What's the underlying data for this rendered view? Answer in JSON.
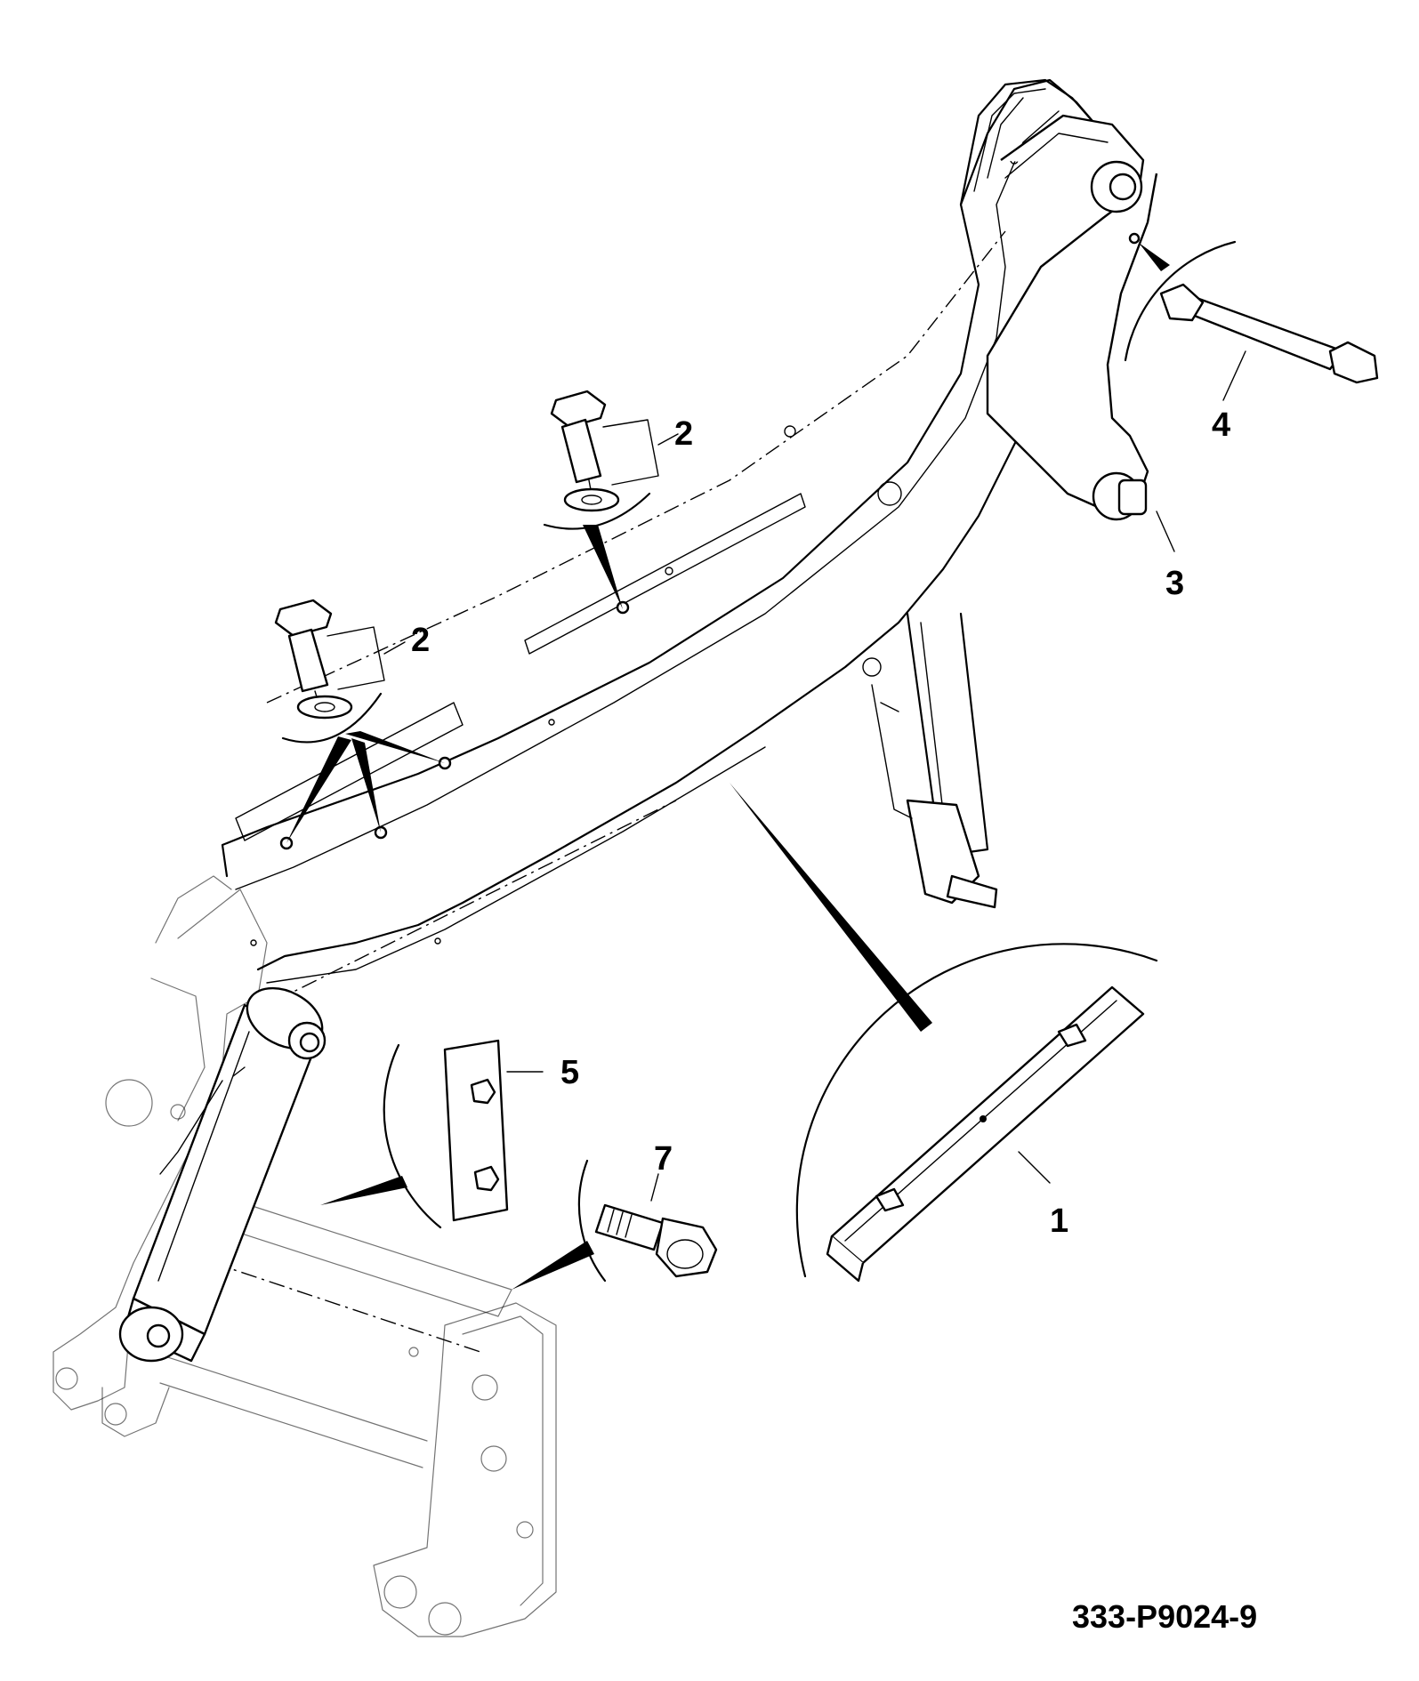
{
  "callouts": {
    "c1": "1",
    "c2a": "2",
    "c2b": "2",
    "c3": "3",
    "c4": "4",
    "c5": "5",
    "c7": "7"
  },
  "drawing_number": "333-P9024-9"
}
